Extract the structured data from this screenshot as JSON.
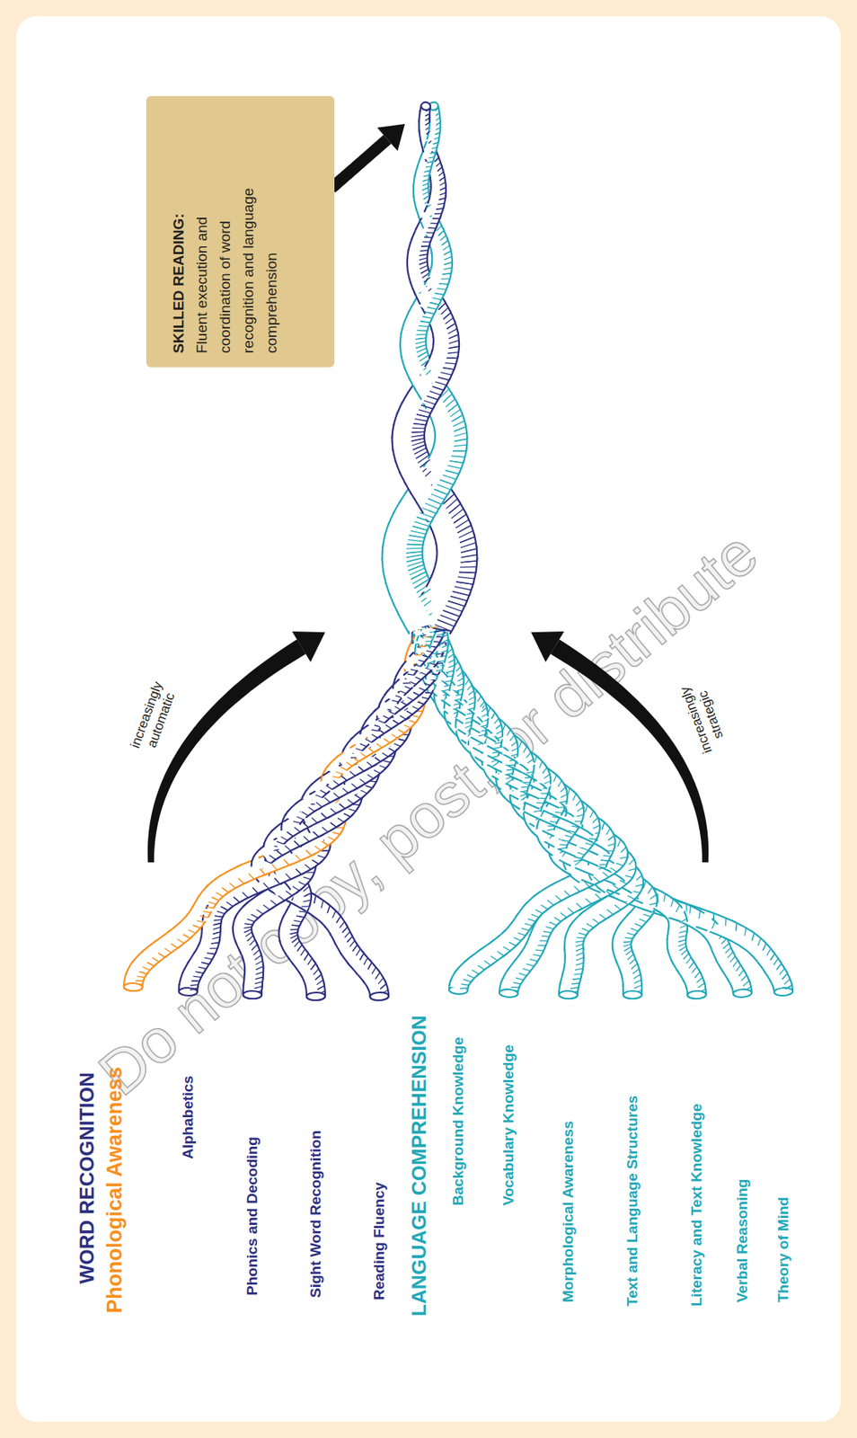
{
  "diagram": {
    "nodes": [
      {
        "text": [
          "SKILLED READING:",
          "Fluent execution and coordination of word recognition and language comprehension"
        ]
      }
    ],
    "labels": [
      "WORD RECOGNITION",
      "Phonological Awareness",
      "Alphabetics",
      "Phonics and Decoding",
      "Sight Word Recognition",
      "Reading Fluency",
      "LANGUAGE COMPREHENSION",
      "Background Knowledge",
      "Vocabulary Knowledge",
      "Morphological Awareness",
      "Text and Language Structures",
      "Literacy and Text Knowledge",
      "Verbal Reasoning",
      "Theory of Mind",
      "increasingly automatic",
      "increasingly strategic",
      "Do not copy, post, or distribute"
    ]
  }
}
